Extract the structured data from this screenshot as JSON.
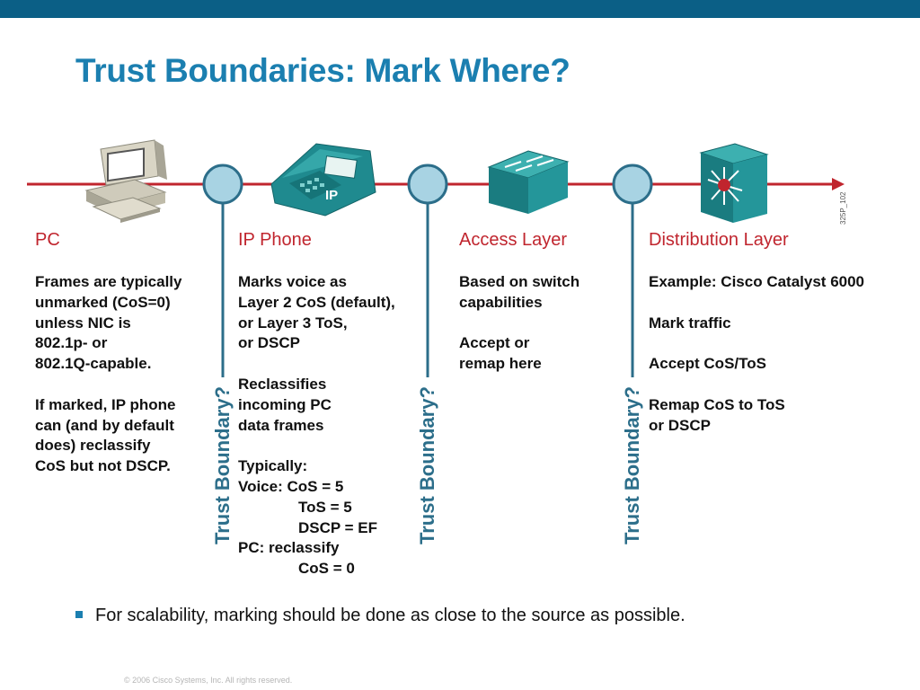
{
  "slide": {
    "title": "Trust Boundaries: Mark Where?",
    "figure_code": "325P_102",
    "bullet": "For scalability, marking should be done as close to the source as possible.",
    "copyright": "© 2006 Cisco Systems, Inc. All rights reserved."
  },
  "colors": {
    "topbar": "#0b5f86",
    "title": "#1b7fb0",
    "heading": "#c0252e",
    "trust_line": "#2c6e8a",
    "trust_circle_fill": "#a8d3e3",
    "network_line": "#c0252e",
    "device_teal": "#1f8a8f"
  },
  "diagram": {
    "devices": [
      {
        "name": "pc",
        "icon": "pc-icon"
      },
      {
        "name": "ip-phone",
        "icon": "ip-phone-icon",
        "label": "IP"
      },
      {
        "name": "access-switch",
        "icon": "switch-icon"
      },
      {
        "name": "distribution-switch",
        "icon": "layer3-switch-icon"
      }
    ],
    "trust_label": "Trust Boundary?"
  },
  "columns": {
    "pc": {
      "heading": "PC",
      "lines": [
        "Frames are typically",
        "unmarked (CoS=0)",
        "unless NIC is",
        "802.1p- or",
        "802.1Q-capable.",
        "",
        "If marked, IP phone",
        "can (and by default",
        "does) reclassify",
        "CoS but not DSCP."
      ]
    },
    "ipphone": {
      "heading": "IP Phone",
      "lines": [
        "Marks voice as",
        "Layer 2 CoS (default),",
        "or Layer 3 ToS,",
        "or DSCP",
        "",
        "Reclassifies",
        "incoming PC",
        "data frames",
        "",
        "Typically:",
        "Voice: CoS = 5",
        "ToS = 5",
        "DSCP = EF",
        "PC: reclassify",
        "CoS = 0"
      ]
    },
    "access": {
      "heading": "Access Layer",
      "lines": [
        "Based on switch",
        "capabilities",
        "",
        "Accept or",
        "remap here"
      ]
    },
    "distribution": {
      "heading": "Distribution Layer",
      "lines": [
        "Example: Cisco Catalyst 6000",
        "",
        "Mark traffic",
        "",
        "Accept CoS/ToS",
        "",
        "Remap CoS to ToS",
        "or DSCP"
      ]
    }
  }
}
